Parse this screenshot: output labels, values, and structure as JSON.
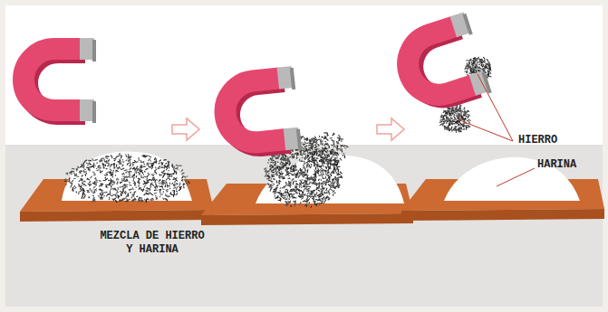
{
  "diagram": {
    "labels": [
      "MEZCLA DE HIERRO Y HARINA",
      "HIERRO",
      "HARINA"
    ]
  }
}
